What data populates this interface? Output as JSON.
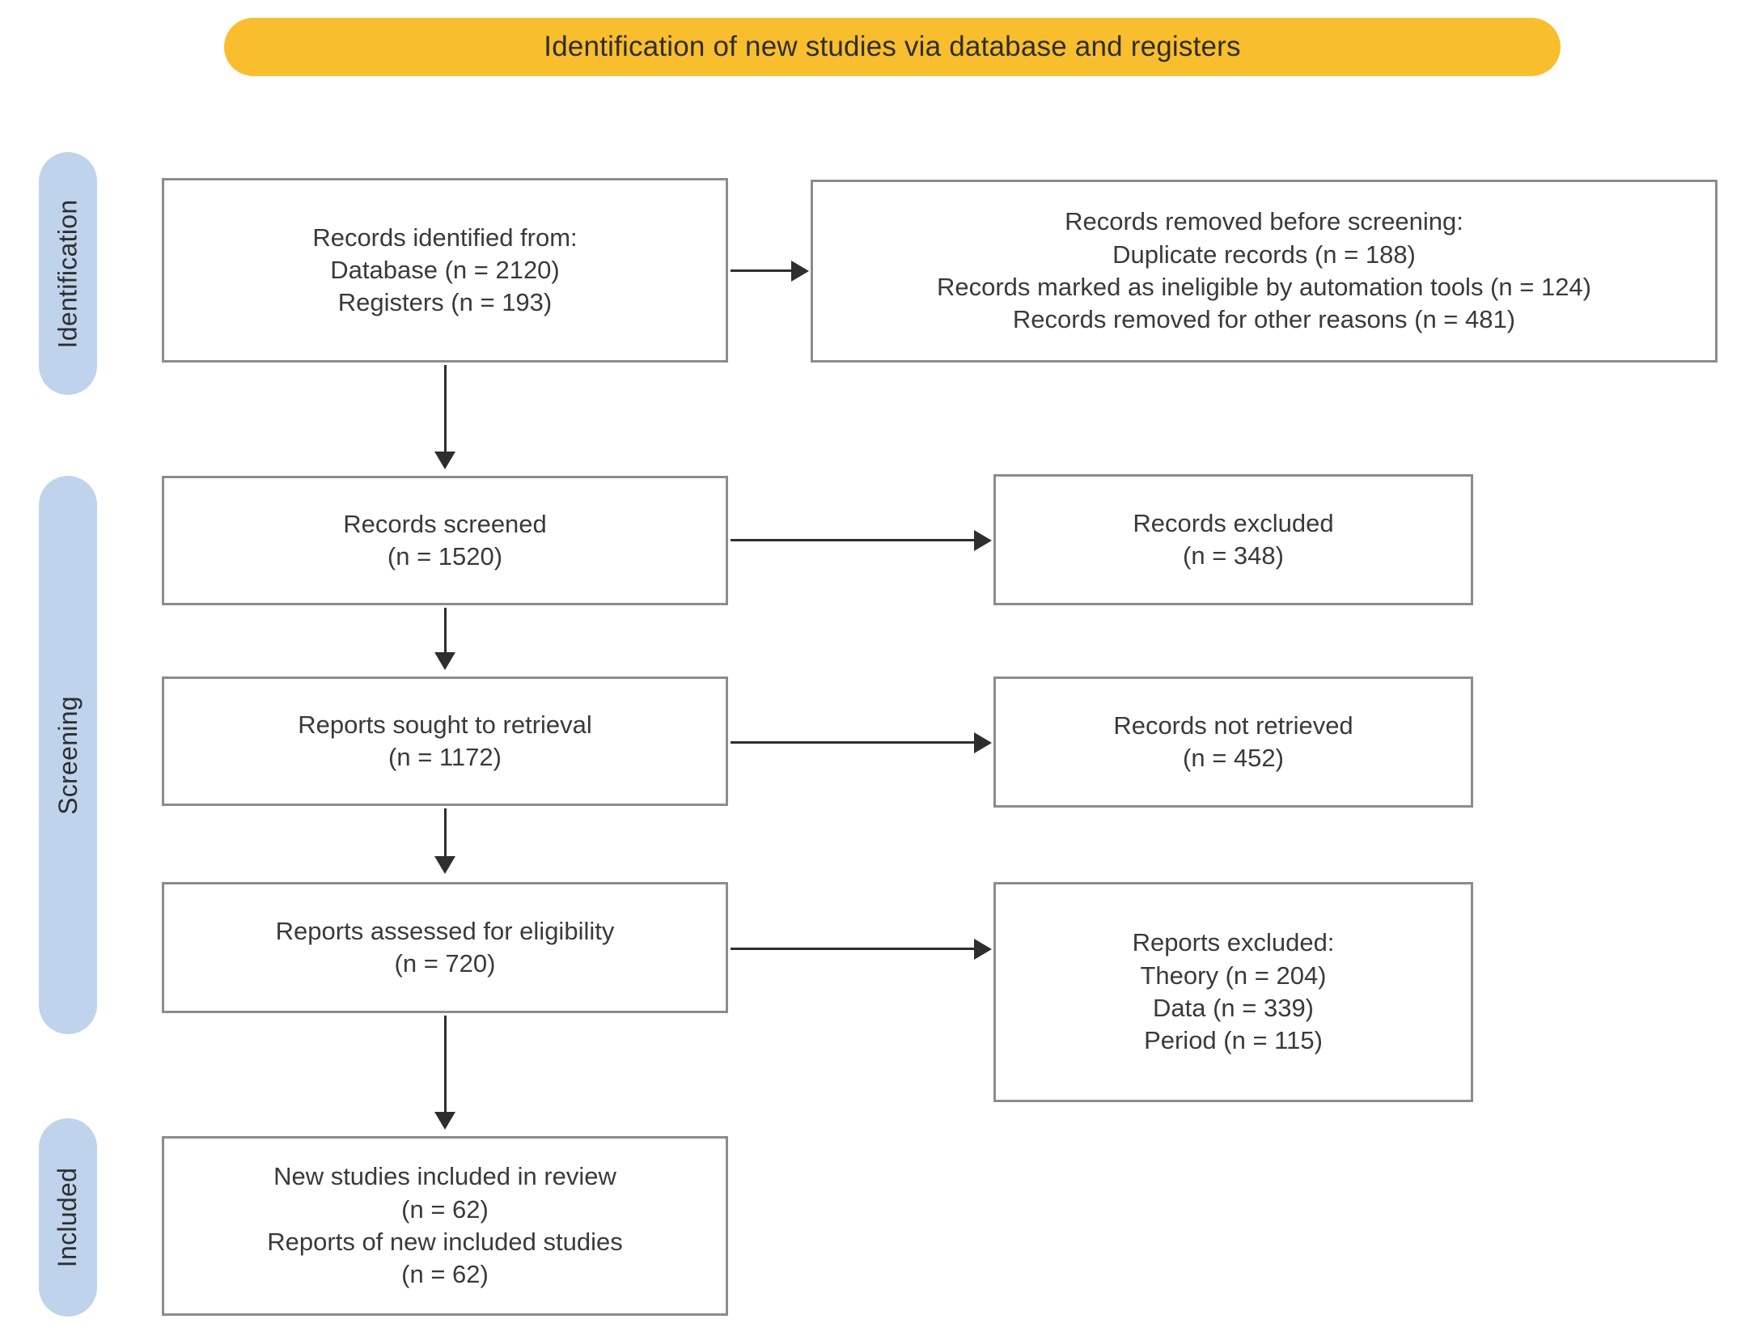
{
  "diagram": {
    "title": "Identification of new studies via database and registers",
    "type": "prisma-flow-diagram",
    "colors": {
      "banner": "#F9BE2D",
      "stage_pill": "#BFD3EC",
      "box_border": "#8C8C8C",
      "connector": "#2E2E2E",
      "text": "#3A3A3A",
      "background": "#FFFFFF"
    }
  },
  "stages": [
    {
      "id": "identification",
      "label": "Identification"
    },
    {
      "id": "screening",
      "label": "Screening"
    },
    {
      "id": "included",
      "label": "Included"
    }
  ],
  "boxes": {
    "identified": {
      "name": "records-identified",
      "lines": [
        "Records identified from:",
        "Database (n = 2120)",
        "Registers (n = 193)"
      ]
    },
    "removed": {
      "name": "records-removed-before-screening",
      "lines": [
        "Records removed before screening:",
        "Duplicate records (n = 188)",
        "Records marked as ineligible by automation tools (n = 124)",
        "Records removed for other reasons (n = 481)"
      ]
    },
    "screened": {
      "name": "records-screened",
      "lines": [
        "Records screened",
        "(n = 1520)"
      ]
    },
    "excluded": {
      "name": "records-excluded",
      "lines": [
        "Records excluded",
        "(n = 348)"
      ]
    },
    "sought": {
      "name": "reports-sought-to-retrieval",
      "lines": [
        "Reports sought to retrieval",
        "(n = 1172)"
      ]
    },
    "not_retrieved": {
      "name": "records-not-retrieved",
      "lines": [
        "Records not retrieved",
        "(n = 452)"
      ]
    },
    "assessed": {
      "name": "reports-assessed-for-eligibility",
      "lines": [
        "Reports assessed for eligibility",
        "(n = 720)"
      ]
    },
    "reports_excluded": {
      "name": "reports-excluded",
      "lines": [
        "Reports excluded:",
        "Theory (n = 204)",
        "Data (n = 339)",
        "Period (n = 115)"
      ]
    },
    "included": {
      "name": "new-studies-included",
      "lines": [
        "New studies included in review",
        "(n = 62)",
        "Reports of new included studies",
        "(n = 62)"
      ]
    }
  },
  "chart_data": {
    "type": "diagram",
    "title": "Identification of new studies via database and registers",
    "nodes": [
      {
        "id": "identified",
        "stage": "Identification",
        "column": "left",
        "label": "Records identified from: Database (n = 2120); Registers (n = 193)",
        "values": {
          "Database": 2120,
          "Registers": 193
        }
      },
      {
        "id": "removed",
        "stage": "Identification",
        "column": "right",
        "label": "Records removed before screening",
        "values": {
          "Duplicate records": 188,
          "Records marked as ineligible by automation tools": 124,
          "Records removed for other reasons": 481
        }
      },
      {
        "id": "screened",
        "stage": "Screening",
        "column": "left",
        "label": "Records screened",
        "values": {
          "n": 1520
        }
      },
      {
        "id": "excluded",
        "stage": "Screening",
        "column": "right",
        "label": "Records excluded",
        "values": {
          "n": 348
        }
      },
      {
        "id": "sought",
        "stage": "Screening",
        "column": "left",
        "label": "Reports sought to retrieval",
        "values": {
          "n": 1172
        }
      },
      {
        "id": "not_retrieved",
        "stage": "Screening",
        "column": "right",
        "label": "Records not retrieved",
        "values": {
          "n": 452
        }
      },
      {
        "id": "assessed",
        "stage": "Screening",
        "column": "left",
        "label": "Reports assessed for eligibility",
        "values": {
          "n": 720
        }
      },
      {
        "id": "reports_excluded",
        "stage": "Screening",
        "column": "right",
        "label": "Reports excluded",
        "values": {
          "Theory": 204,
          "Data": 339,
          "Period": 115
        }
      },
      {
        "id": "included",
        "stage": "Included",
        "column": "left",
        "label": "New studies included in review / Reports of new included studies",
        "values": {
          "New studies included in review": 62,
          "Reports of new included studies": 62
        }
      }
    ],
    "edges": [
      {
        "from": "identified",
        "to": "removed",
        "direction": "right"
      },
      {
        "from": "identified",
        "to": "screened",
        "direction": "down"
      },
      {
        "from": "screened",
        "to": "excluded",
        "direction": "right"
      },
      {
        "from": "screened",
        "to": "sought",
        "direction": "down"
      },
      {
        "from": "sought",
        "to": "not_retrieved",
        "direction": "right"
      },
      {
        "from": "sought",
        "to": "assessed",
        "direction": "down"
      },
      {
        "from": "assessed",
        "to": "reports_excluded",
        "direction": "right"
      },
      {
        "from": "assessed",
        "to": "included",
        "direction": "down"
      }
    ]
  }
}
